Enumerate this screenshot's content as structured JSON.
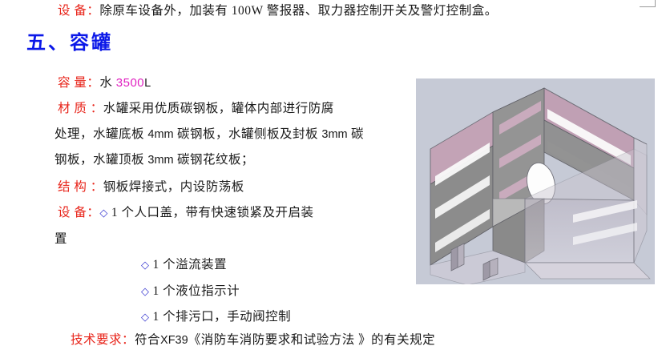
{
  "document": {
    "equipment_line": {
      "label": "设  备：",
      "text": "除原车设备外，加装有 100W 警报器、取力器控制开关及警灯控制盒。"
    },
    "section_heading": "五、容罐",
    "capacity": {
      "label": "容    量：",
      "prefix": "水 ",
      "value": "3500",
      "unit": "L"
    },
    "material": {
      "label": "材  质 ：",
      "line1": "水罐采用优质碳钢板，罐体内部进行防腐",
      "line2_pre": "处理，水罐底板 ",
      "line2_num1": "4mm",
      "line2_mid": " 碳钢板，水罐侧板及封板 ",
      "line2_num2": "3mm",
      "line2_post": " 碳",
      "line3_pre": "钢板，水罐顶板 ",
      "line3_num": "3mm",
      "line3_post": " 碳钢花纹板；"
    },
    "structure": {
      "label": "结  构 ：",
      "text": "钢板焊接式，内设防荡板"
    },
    "equipment_list": {
      "label": "设    备：",
      "bullet": "◇",
      "first_item_line1": "1 个人口盖，带有快速锁紧及开启装",
      "first_item_line2": "置",
      "items": [
        "1 个溢流装置",
        "1 个液位指示计",
        "1 个排污口，手动阀控制"
      ]
    },
    "technical": {
      "label": "技术要求：",
      "text_pre": "符合",
      "standard": "XF39",
      "text_post": "《消防车消防要求和试验方法 》的有关规定"
    }
  },
  "figure": {
    "alt": "water-tank-3d-cad-drawing",
    "background_color": "#c6cad6",
    "panel_mauve": "#c3a3b6",
    "panel_gray": "#8c8c8c",
    "panel_light": "#f2f2f2"
  },
  "colors": {
    "label_red": "#e8251b",
    "heading_blue": "#0b18e8",
    "value_magenta": "#e020c0",
    "bullet_blue": "#3a3ad0",
    "body_black": "#1a1a1a"
  }
}
